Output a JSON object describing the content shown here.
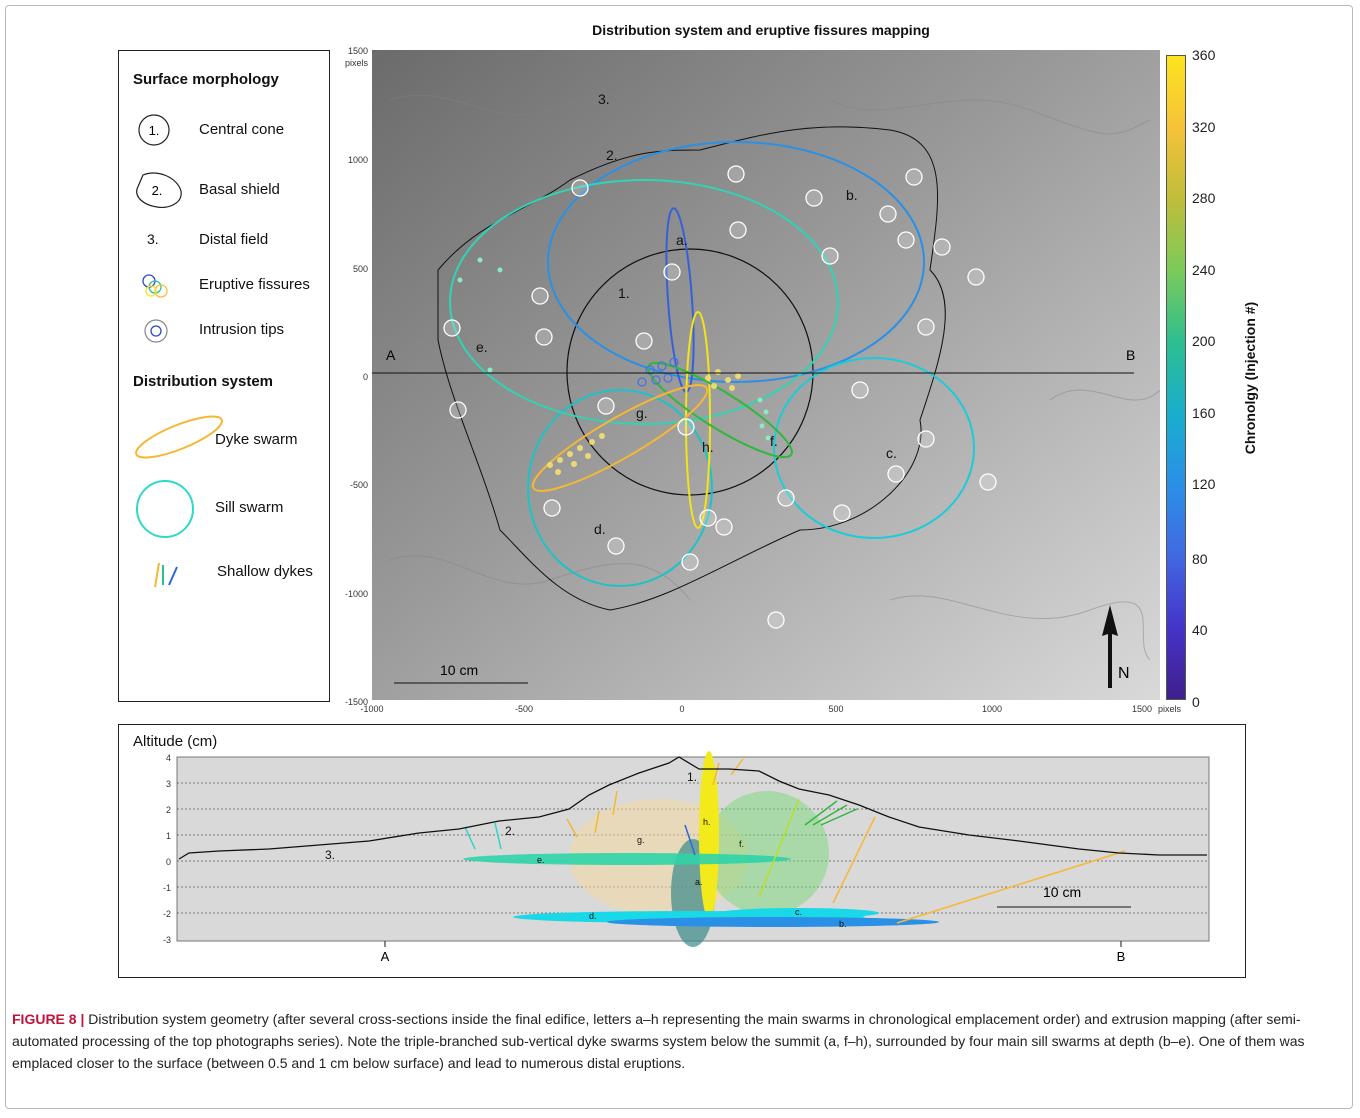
{
  "figure": {
    "title": "Distribution system and eruptive fissures mapping",
    "caption_label": "FIGURE 8 |",
    "caption_text": "Distribution system geometry (after several cross-sections inside the final edifice, letters a–h representing the main swarms in chronological emplacement order) and extrusion mapping (after semi-automated processing of the top photographs series). Note the triple-branched sub-vertical dyke swarms system below the summit (a, f–h), surrounded by four main sill swarms at depth (b–e). One of them was emplaced closer to the surface (between 0.5 and 1 cm below surface) and lead to numerous distal eruptions."
  },
  "legend": {
    "surface_header": "Surface morphology",
    "central_cone_num": "1.",
    "central_cone": "Central cone",
    "basal_shield_num": "2.",
    "basal_shield": "Basal shield",
    "distal_field_num": "3.",
    "distal_field": "Distal field",
    "eruptive_fissures": "Eruptive fissures",
    "intrusion_tips": "Intrusion tips",
    "distribution_header": "Distribution system",
    "dyke_swarm": "Dyke swarm",
    "sill_swarm": "Sill swarm",
    "shallow_dykes": "Shallow dykes"
  },
  "map": {
    "x_ticks": [
      "-1000",
      "-500",
      "0",
      "500",
      "1000",
      "1500"
    ],
    "x_unit": "pixels",
    "y_ticks": [
      "1500",
      "1000",
      "500",
      "0",
      "-500",
      "-1000",
      "-1500"
    ],
    "y_unit": "pixels",
    "scale_bar": "10 cm",
    "north": "N",
    "section_start": "A",
    "section_end": "B",
    "labels": {
      "one": "1.",
      "two": "2.",
      "three": "3.",
      "a": "a.",
      "b": "b.",
      "c": "c.",
      "d": "d.",
      "e": "e.",
      "f": "f.",
      "g": "g.",
      "h": "h."
    }
  },
  "colorbar": {
    "label": "Chronolgy (Injection #)",
    "ticks": [
      "360",
      "320",
      "280",
      "240",
      "200",
      "160",
      "120",
      "80",
      "40",
      "0"
    ],
    "colors": [
      "#fce41f",
      "#f6c23a",
      "#c0bd3b",
      "#7bcb59",
      "#2ebe8f",
      "#19aecd",
      "#2a90e6",
      "#4169e1",
      "#4534c8",
      "#3f1f8c"
    ]
  },
  "section": {
    "ylabel": "Altitude (cm)",
    "y_ticks": [
      "4",
      "3",
      "2",
      "1",
      "0",
      "-1",
      "-2",
      "-3"
    ],
    "start": "A",
    "end": "B",
    "scale_bar": "10 cm",
    "labels": {
      "one": "1.",
      "two": "2.",
      "three": "3.",
      "a": "a.",
      "b": "b.",
      "c": "c.",
      "d": "d.",
      "e": "e.",
      "f": "f.",
      "g": "g.",
      "h": "h."
    }
  }
}
